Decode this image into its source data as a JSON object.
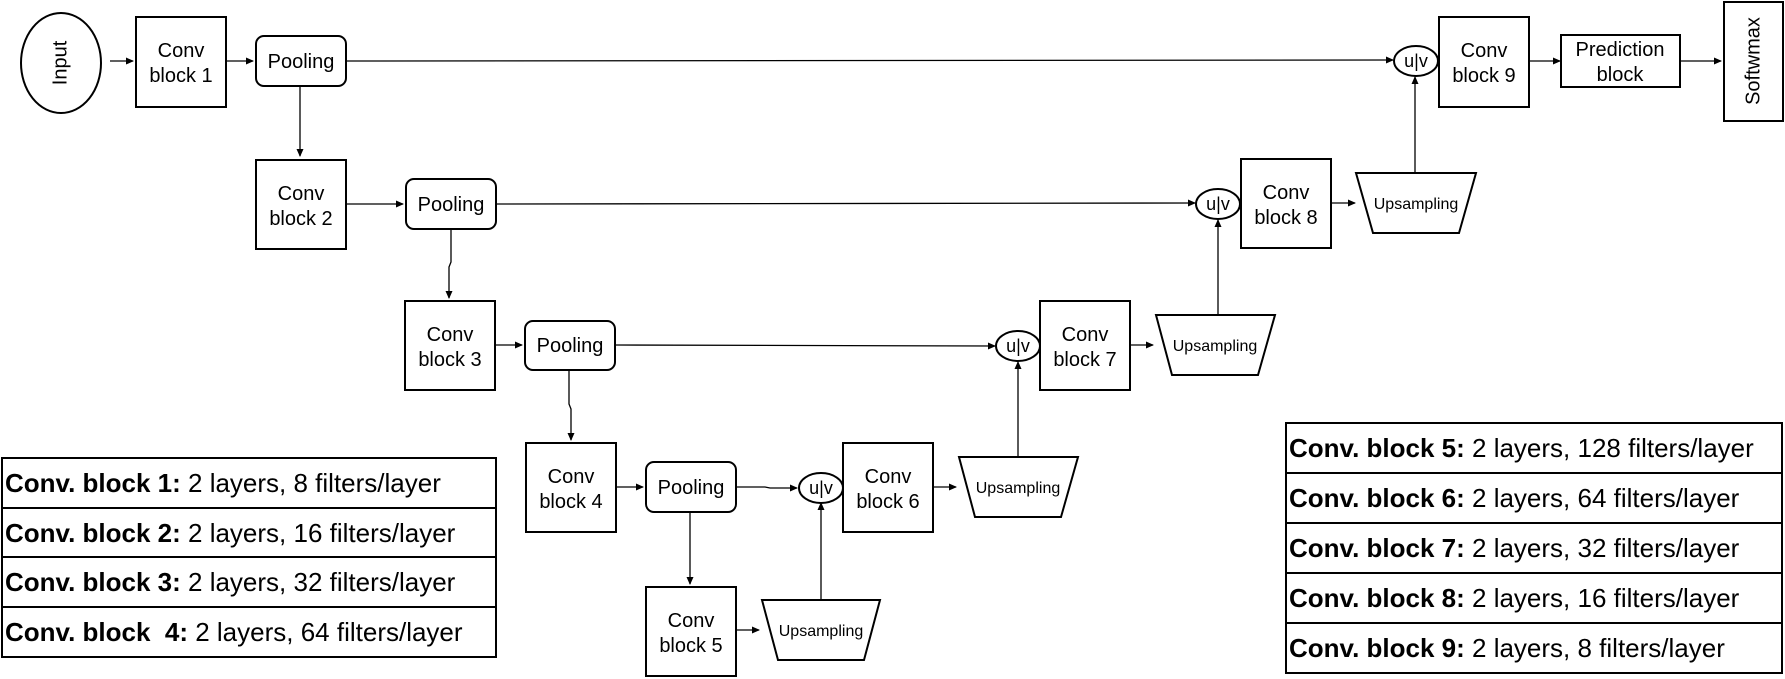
{
  "diagram": {
    "input": "Input",
    "softmax": "Softwmax",
    "concat": "u|v",
    "conv1": [
      "Conv",
      "block 1"
    ],
    "conv2": [
      "Conv",
      "block 2"
    ],
    "conv3": [
      "Conv",
      "block 3"
    ],
    "conv4": [
      "Conv",
      "block 4"
    ],
    "conv5": [
      "Conv",
      "block 5"
    ],
    "conv6": [
      "Conv",
      "block 6"
    ],
    "conv7": [
      "Conv",
      "block 7"
    ],
    "conv8": [
      "Conv",
      "block 8"
    ],
    "conv9": [
      "Conv",
      "block 9"
    ],
    "pooling": "Pooling",
    "upsampling": "Upsampling",
    "prediction": [
      "Prediction",
      "block"
    ]
  },
  "legend_left": [
    {
      "key": "Conv. block 1:",
      "value": " 2 layers, 8 filters/layer"
    },
    {
      "key": "Conv. block 2:",
      "value": " 2 layers, 16 filters/layer"
    },
    {
      "key": "Conv. block 3:",
      "value": " 2 layers, 32 filters/layer"
    },
    {
      "key": "Conv. block  4:",
      "value": " 2 layers, 64 filters/layer"
    }
  ],
  "legend_right": [
    {
      "key": "Conv. block 5:",
      "value": " 2 layers, 128 filters/layer"
    },
    {
      "key": "Conv. block 6:",
      "value": " 2 layers, 64 filters/layer"
    },
    {
      "key": "Conv. block 7:",
      "value": " 2 layers, 32 filters/layer"
    },
    {
      "key": "Conv. block 8:",
      "value": " 2 layers, 16 filters/layer"
    },
    {
      "key": "Conv. block 9:",
      "value": " 2 layers, 8 filters/layer"
    }
  ]
}
